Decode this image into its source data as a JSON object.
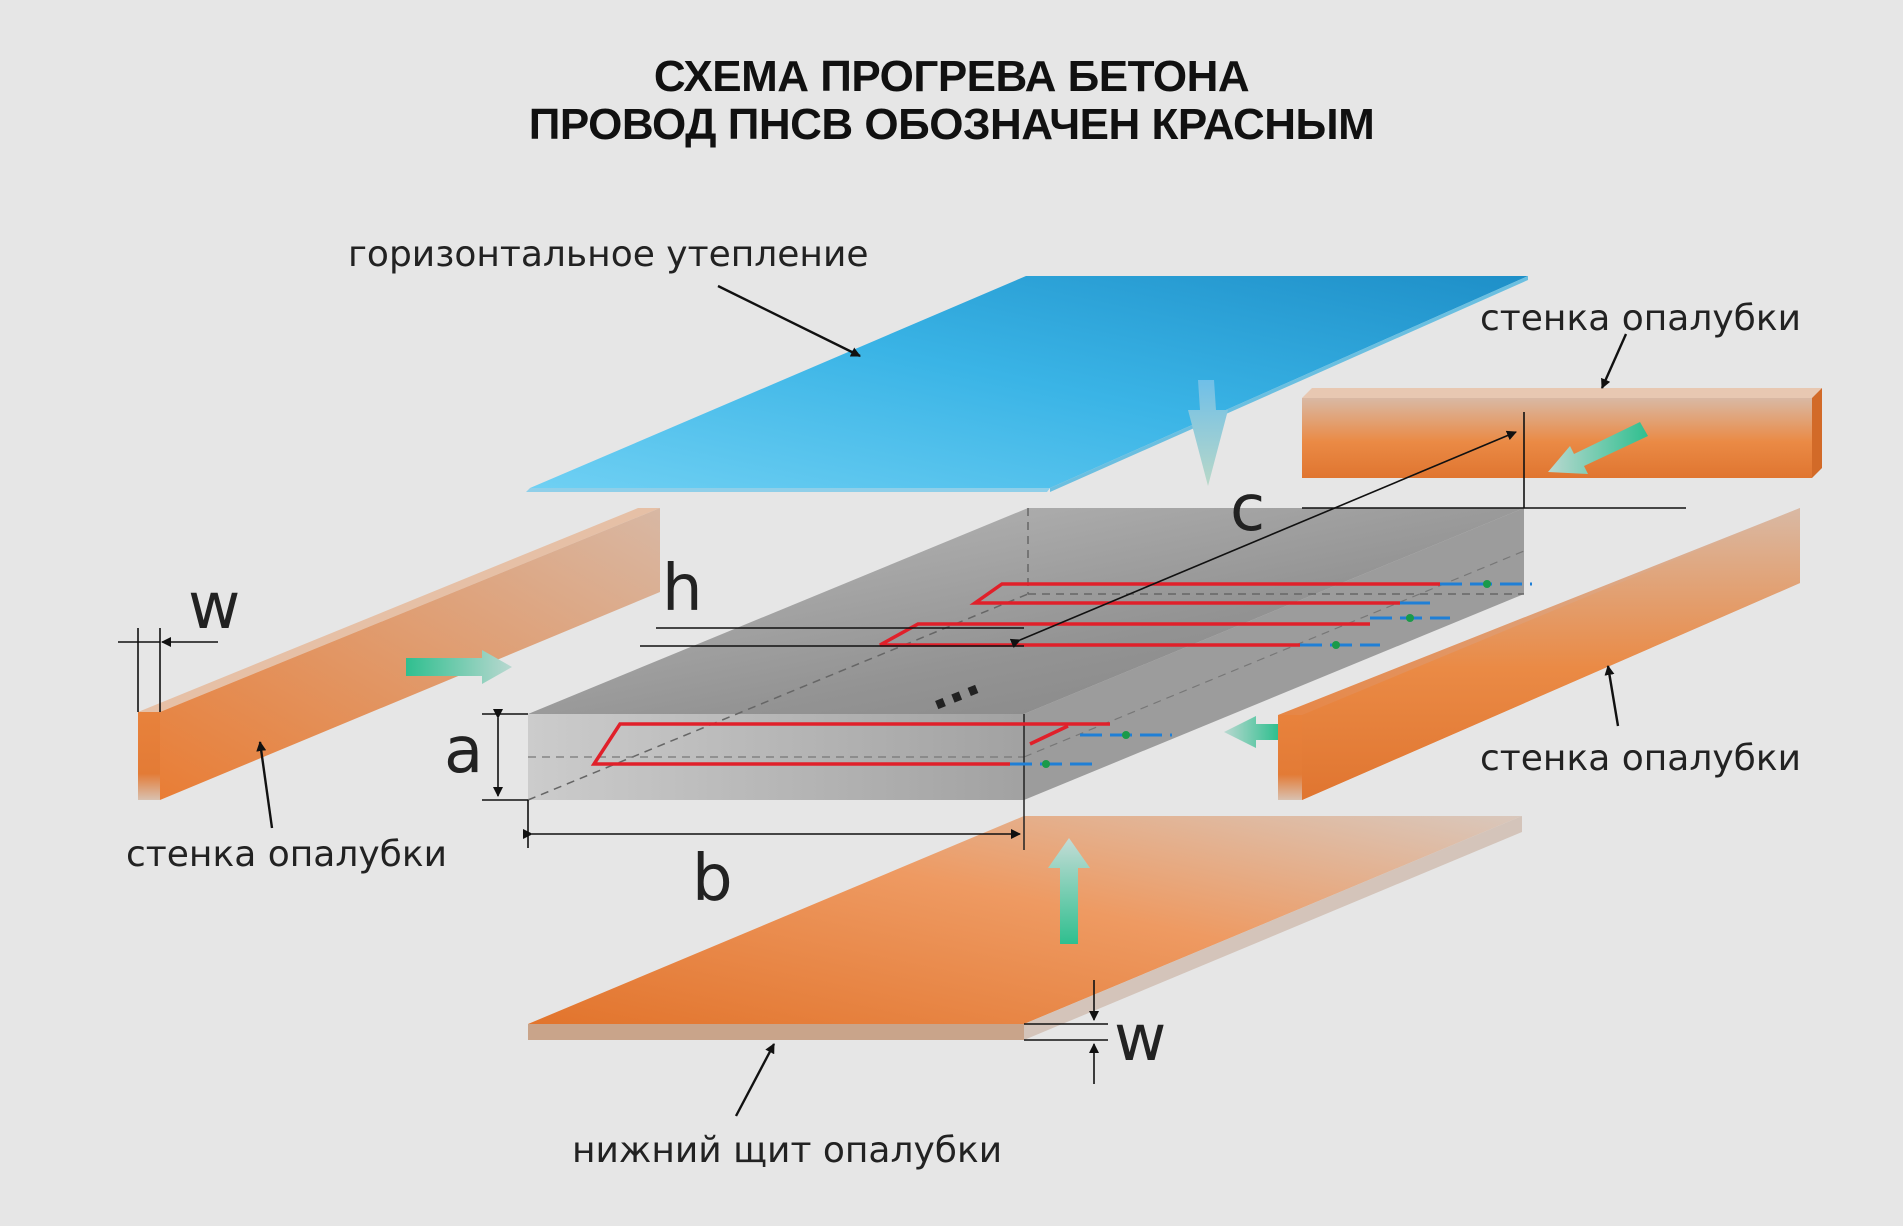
{
  "title": {
    "line1": "СХЕМА ПРОГРЕВА БЕТОНА",
    "line2": "ПРОВОД ПНСВ ОБОЗНАЧЕН КРАСНЫМ"
  },
  "labels": {
    "top_insulation": "горизонтальное утепление",
    "wall_top_right": "стенка опалубки",
    "wall_right": "стенка опалубки",
    "wall_left": "стенка опалубки",
    "bottom_board": "нижний щит опалубки"
  },
  "dimensions": {
    "a": "a",
    "b": "b",
    "c": "c",
    "h": "h",
    "w_left": "w",
    "w_bottom": "w"
  },
  "ellipsis_marker": "...",
  "colors": {
    "background": "#e6e6e6",
    "insulation": "#3ab4e6",
    "formwork": "#e07a35",
    "concrete": "#8a8a8a",
    "heating_wire": "#e0202a",
    "lead_wire": "#1f7fd6",
    "connector": "#1a9a4a",
    "arrow": "#3fc09a"
  }
}
